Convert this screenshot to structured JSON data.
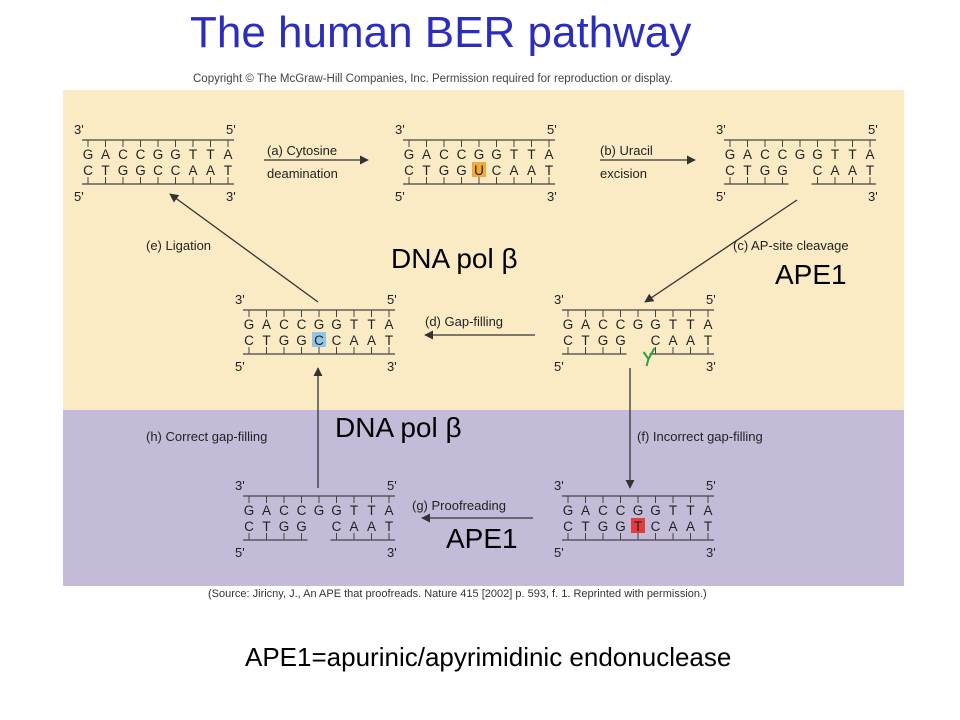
{
  "title": "The human BER pathway",
  "copyright": "Copyright © The McGraw-Hill Companies, Inc. Permission required for reproduction or display.",
  "source": "(Source: Jiricny, J., An APE that proofreads. Nature 415 [2002] p. 593, f. 1. Reprinted with permission.)",
  "footnote": "APE1=apurinic/apyrimidinic endonuclease",
  "overlays": {
    "dna_pol_top": "DNA pol β",
    "ape1_right": "APE1",
    "dna_pol_bottom": "DNA pol β",
    "ape1_bottom": "APE1"
  },
  "strand_ends": {
    "three_prime": "3'",
    "five_prime": "5'"
  },
  "colors": {
    "title": "#2b2dbd",
    "panel_top": "#faebc4",
    "panel_bottom": "#c4bbd8",
    "uracil_highlight": "#f2a93b",
    "cytosine_highlight": "#8fc6e8",
    "thymine_highlight": "#e23c3c",
    "ap_site_mark": "#2e9e3e"
  },
  "steps": {
    "a": [
      "(a) Cytosine",
      "deamination"
    ],
    "b": [
      "(b) Uracil",
      "excision"
    ],
    "c": "(c) AP-site cleavage",
    "d": "(d) Gap-filling",
    "e": "(e) Ligation",
    "f": "(f) Incorrect gap-filling",
    "g": "(g) Proofreading",
    "h": "(h) Correct gap-filling"
  },
  "dna": [
    {
      "id": "s1",
      "top": [
        "G",
        "A",
        "C",
        "C",
        "G",
        "G",
        "T",
        "T",
        "A"
      ],
      "bottom": [
        "C",
        "T",
        "G",
        "G",
        "C",
        "C",
        "A",
        "A",
        "T"
      ]
    },
    {
      "id": "s2",
      "top": [
        "G",
        "A",
        "C",
        "C",
        "G",
        "G",
        "T",
        "T",
        "A"
      ],
      "bottom": [
        "C",
        "T",
        "G",
        "G",
        "U",
        "C",
        "A",
        "A",
        "T"
      ],
      "highlight": 4,
      "hl_color": "uracil_highlight"
    },
    {
      "id": "s3",
      "top": [
        "G",
        "A",
        "C",
        "C",
        "G",
        "G",
        "T",
        "T",
        "A"
      ],
      "bottom": [
        "C",
        "T",
        "G",
        "G",
        "",
        "C",
        "A",
        "A",
        "T"
      ]
    },
    {
      "id": "s4",
      "top": [
        "G",
        "A",
        "C",
        "C",
        "G",
        "G",
        "T",
        "T",
        "A"
      ],
      "bottom": [
        "C",
        "T",
        "G",
        "G",
        "C",
        "C",
        "A",
        "A",
        "T"
      ],
      "highlight": 4,
      "hl_color": "cytosine_highlight"
    },
    {
      "id": "s5",
      "top": [
        "G",
        "A",
        "C",
        "C",
        "G",
        "G",
        "T",
        "T",
        "A"
      ],
      "bottom": [
        "C",
        "T",
        "G",
        "G",
        "",
        "C",
        "A",
        "A",
        "T"
      ],
      "ap_mark": true
    },
    {
      "id": "s6",
      "top": [
        "G",
        "A",
        "C",
        "C",
        "G",
        "G",
        "T",
        "T",
        "A"
      ],
      "bottom": [
        "C",
        "T",
        "G",
        "G",
        "",
        "C",
        "A",
        "A",
        "T"
      ]
    },
    {
      "id": "s7",
      "top": [
        "G",
        "A",
        "C",
        "C",
        "G",
        "G",
        "T",
        "T",
        "A"
      ],
      "bottom": [
        "C",
        "T",
        "G",
        "G",
        "T",
        "C",
        "A",
        "A",
        "T"
      ],
      "highlight": 4,
      "hl_color": "thymine_highlight"
    }
  ]
}
